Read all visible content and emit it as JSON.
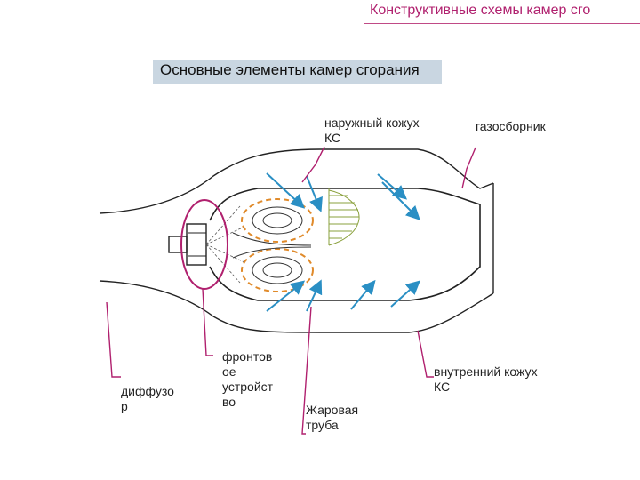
{
  "header": {
    "title": "Конструктивные схемы камер сго"
  },
  "subtitle": "Основные элементы камер сгорания",
  "labels": {
    "outer_casing": [
      "наружный кожух",
      "КС"
    ],
    "gas_collector": "газосборник",
    "diffuser": [
      "диффузо",
      "р"
    ],
    "front_device": [
      "фронтов",
      "ое",
      "устройст",
      "во"
    ],
    "flame_tube": [
      "Жаровая",
      "труба"
    ],
    "inner_casing": [
      "внутренний кожух",
      "КС"
    ]
  },
  "colors": {
    "title": "#b0206e",
    "leader": "#b0206e",
    "arrow": "#2a8fc4",
    "swirl": "#e08a2a",
    "profile": "#8aa03c",
    "subtitle_bg": "#c9d6e1"
  }
}
